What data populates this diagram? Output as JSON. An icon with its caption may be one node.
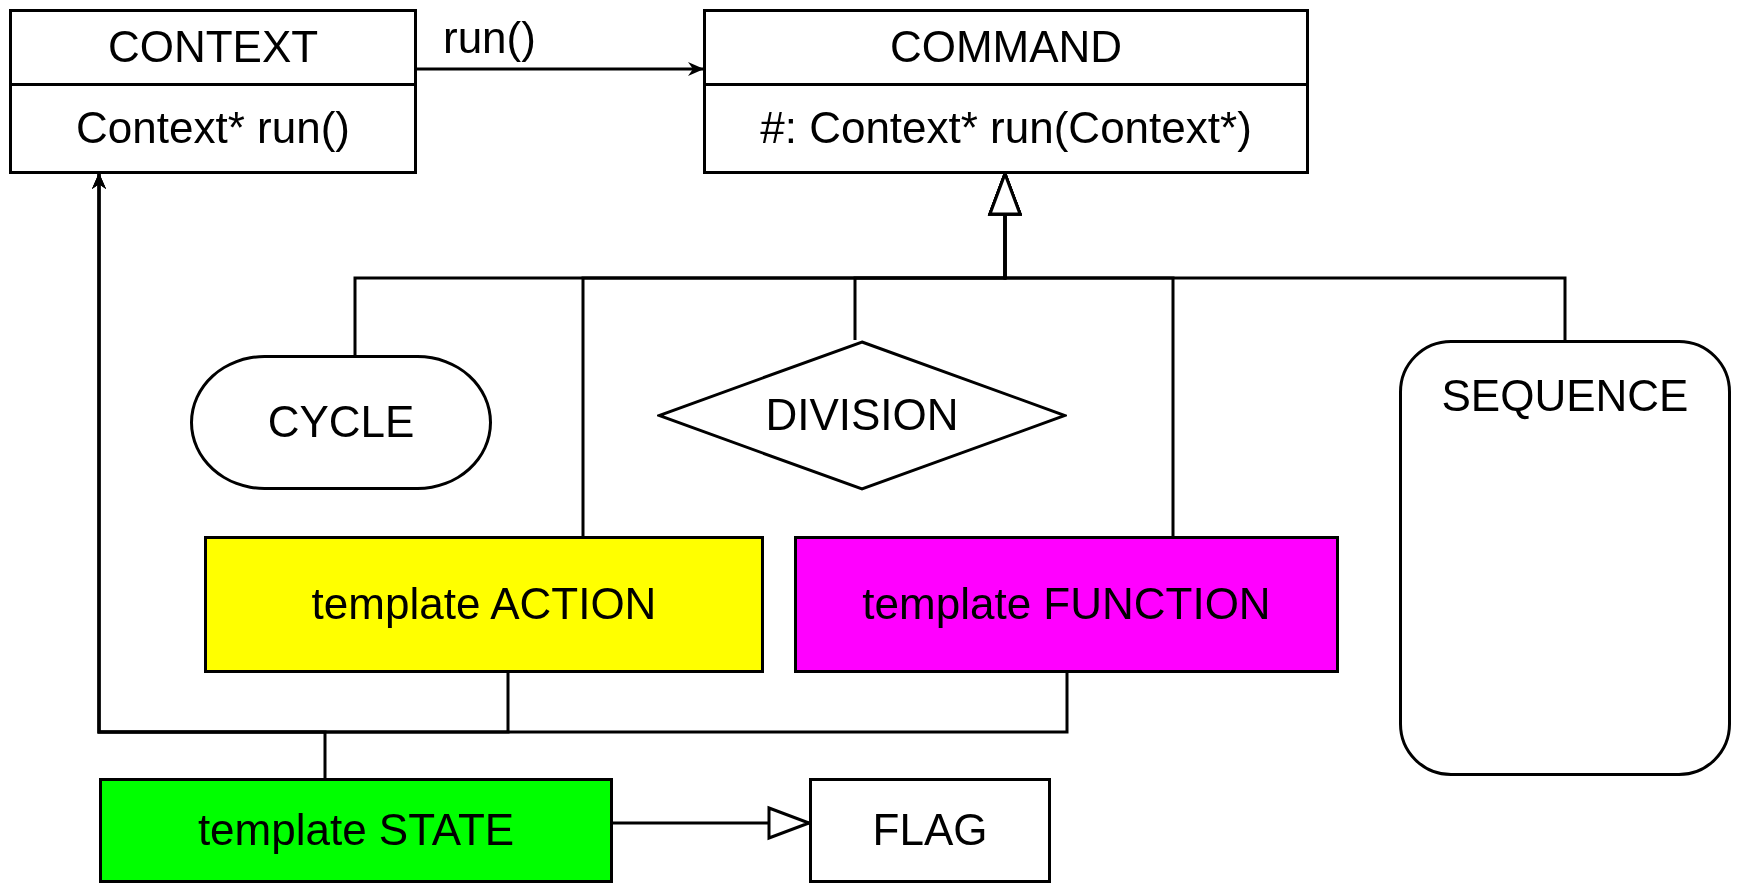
{
  "diagram": {
    "nodes": [
      {
        "text": [
          "CONTEXT",
          "Context* run()"
        ]
      },
      {
        "text": [
          "COMMAND",
          "#: Context* run(Context*)"
        ]
      },
      {
        "text": [
          "CYCLE"
        ]
      },
      {
        "text": [
          "DIVISION"
        ]
      },
      {
        "text": [
          "SEQUENCE"
        ]
      },
      {
        "text": [
          "template ACTION"
        ]
      },
      {
        "text": [
          "template FUNCTION"
        ]
      },
      {
        "text": [
          "template STATE"
        ]
      },
      {
        "text": [
          "FLAG"
        ]
      }
    ],
    "edges": [
      {
        "from": 0,
        "to": 1,
        "arrow": "to",
        "label": "run()"
      },
      {
        "from": 2,
        "to": 1,
        "arrow": "to"
      },
      {
        "from": 5,
        "to": 1,
        "arrow": "to"
      },
      {
        "from": 3,
        "to": 1,
        "arrow": "to"
      },
      {
        "from": 6,
        "to": 1,
        "arrow": "to"
      },
      {
        "from": 4,
        "to": 1,
        "arrow": "to"
      },
      {
        "from": 5,
        "to": 0,
        "arrow": "to"
      },
      {
        "from": 6,
        "to": 0,
        "arrow": "to"
      },
      {
        "from": 7,
        "to": 0,
        "arrow": "to"
      },
      {
        "from": 7,
        "to": 8,
        "arrow": "to"
      }
    ]
  }
}
